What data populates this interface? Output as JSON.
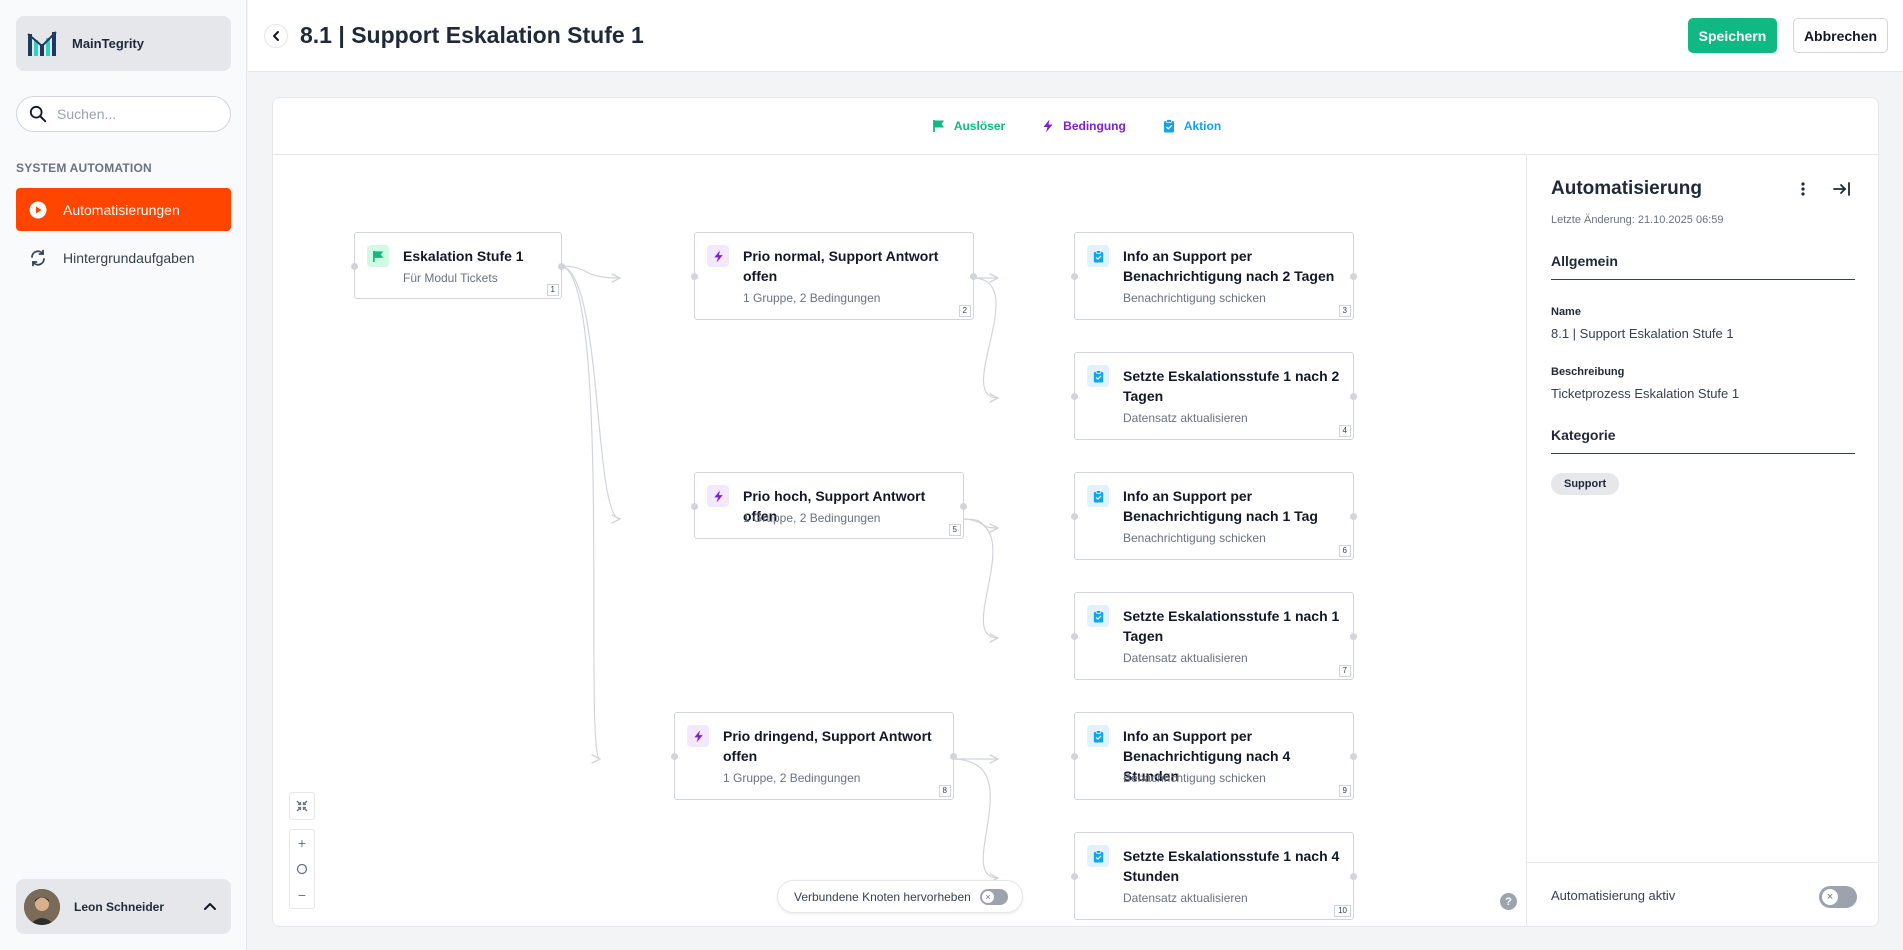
{
  "app": {
    "name": "MainTegrity"
  },
  "search": {
    "placeholder": "Suchen..."
  },
  "sidebar": {
    "section": "SYSTEM AUTOMATION",
    "items": [
      {
        "label": "Automatisierungen",
        "active": true
      },
      {
        "label": "Hintergrundaufgaben",
        "active": false
      }
    ]
  },
  "user": {
    "name": "Leon Schneider"
  },
  "header": {
    "title": "8.1 | Support Eskalation Stufe 1",
    "save_label": "Speichern",
    "cancel_label": "Abbrechen"
  },
  "legend": {
    "trigger": "Auslöser",
    "condition": "Bedingung",
    "action": "Aktion"
  },
  "nodes": [
    {
      "id": "1",
      "type": "trigger",
      "title": "Eskalation Stufe 1",
      "sub": "Für Modul Tickets"
    },
    {
      "id": "2",
      "type": "condition",
      "title": "Prio normal, Support Antwort offen",
      "sub": "1 Gruppe, 2 Bedingungen"
    },
    {
      "id": "3",
      "type": "action",
      "title": "Info an Support per Benachrichtigung nach 2 Tagen",
      "sub": "Benachrichtigung schicken"
    },
    {
      "id": "4",
      "type": "action",
      "title": "Setzte Eskalationsstufe 1 nach 2 Tagen",
      "sub": "Datensatz aktualisieren"
    },
    {
      "id": "5",
      "type": "condition",
      "title": "Prio hoch, Support Antwort offen",
      "sub": "1 Gruppe, 2 Bedingungen"
    },
    {
      "id": "6",
      "type": "action",
      "title": "Info an Support per Benachrichtigung nach 1 Tag",
      "sub": "Benachrichtigung schicken"
    },
    {
      "id": "7",
      "type": "action",
      "title": "Setzte Eskalationsstufe 1 nach 1 Tagen",
      "sub": "Datensatz aktualisieren"
    },
    {
      "id": "8",
      "type": "condition",
      "title": "Prio dringend, Support Antwort offen",
      "sub": "1 Gruppe, 2 Bedingungen"
    },
    {
      "id": "9",
      "type": "action",
      "title": "Info an Support per Benachrichtigung nach 4 Stunden",
      "sub": "Benachrichtigung schicken"
    },
    {
      "id": "10",
      "type": "action",
      "title": "Setzte Eskalationsstufe 1 nach 4 Stunden",
      "sub": "Datensatz aktualisieren"
    }
  ],
  "canvas": {
    "highlight_label": "Verbundene Knoten hervorheben",
    "highlight_enabled": false,
    "help": "?",
    "zoom_in": "+",
    "zoom_out": "−"
  },
  "details": {
    "title": "Automatisierung",
    "updated": "Letzte Änderung: 21.10.2025 06:59",
    "general": "Allgemein",
    "name_label": "Name",
    "name_value": "8.1 | Support Eskalation Stufe 1",
    "desc_label": "Beschreibung",
    "desc_value": "Ticketprozess Eskalation Stufe 1",
    "category": "Kategorie",
    "category_chip": "Support",
    "active_label": "Automatisierung aktiv",
    "active": false
  },
  "colors": {
    "accent": "#ff4500",
    "save": "#10b981",
    "trigger": "#10b981",
    "condition": "#7e22ce",
    "action": "#0ea5e9"
  }
}
